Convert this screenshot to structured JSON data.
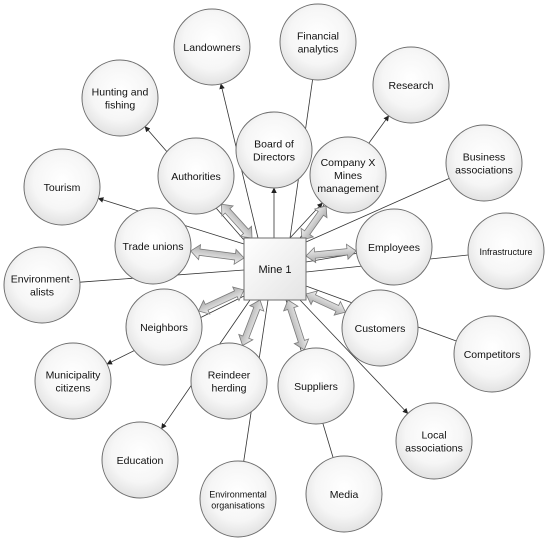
{
  "hub": {
    "label": "Mine 1"
  },
  "stakeholders": [
    {
      "id": "landowners",
      "lines": [
        "Landowners"
      ]
    },
    {
      "id": "financial-analytics",
      "lines": [
        "Financial",
        "analytics"
      ]
    },
    {
      "id": "research",
      "lines": [
        "Research"
      ]
    },
    {
      "id": "hunting-fishing",
      "lines": [
        "Hunting and",
        "fishing"
      ]
    },
    {
      "id": "board",
      "lines": [
        "Board of",
        "Directors"
      ]
    },
    {
      "id": "authorities",
      "lines": [
        "Authorities"
      ]
    },
    {
      "id": "company-mgmt",
      "lines": [
        "Company X",
        "Mines",
        "management"
      ]
    },
    {
      "id": "business-assoc",
      "lines": [
        "Business",
        "associations"
      ]
    },
    {
      "id": "tourism",
      "lines": [
        "Tourism"
      ]
    },
    {
      "id": "trade-unions",
      "lines": [
        "Trade unions"
      ]
    },
    {
      "id": "employees",
      "lines": [
        "Employees"
      ]
    },
    {
      "id": "infrastructure",
      "lines": [
        "Infrastructure"
      ]
    },
    {
      "id": "environmentalists",
      "lines": [
        "Environment-",
        "alists"
      ]
    },
    {
      "id": "neighbors",
      "lines": [
        "Neighbors"
      ]
    },
    {
      "id": "customers",
      "lines": [
        "Customers"
      ]
    },
    {
      "id": "competitors",
      "lines": [
        "Competitors"
      ]
    },
    {
      "id": "municipality",
      "lines": [
        "Municipality",
        "citizens"
      ]
    },
    {
      "id": "reindeer",
      "lines": [
        "Reindeer",
        "herding"
      ]
    },
    {
      "id": "suppliers",
      "lines": [
        "Suppliers"
      ]
    },
    {
      "id": "local-assoc",
      "lines": [
        "Local",
        "associations"
      ]
    },
    {
      "id": "education",
      "lines": [
        "Education"
      ]
    },
    {
      "id": "env-orgs",
      "lines": [
        "Environmental",
        "organisations"
      ]
    },
    {
      "id": "media",
      "lines": [
        "Media"
      ]
    }
  ]
}
